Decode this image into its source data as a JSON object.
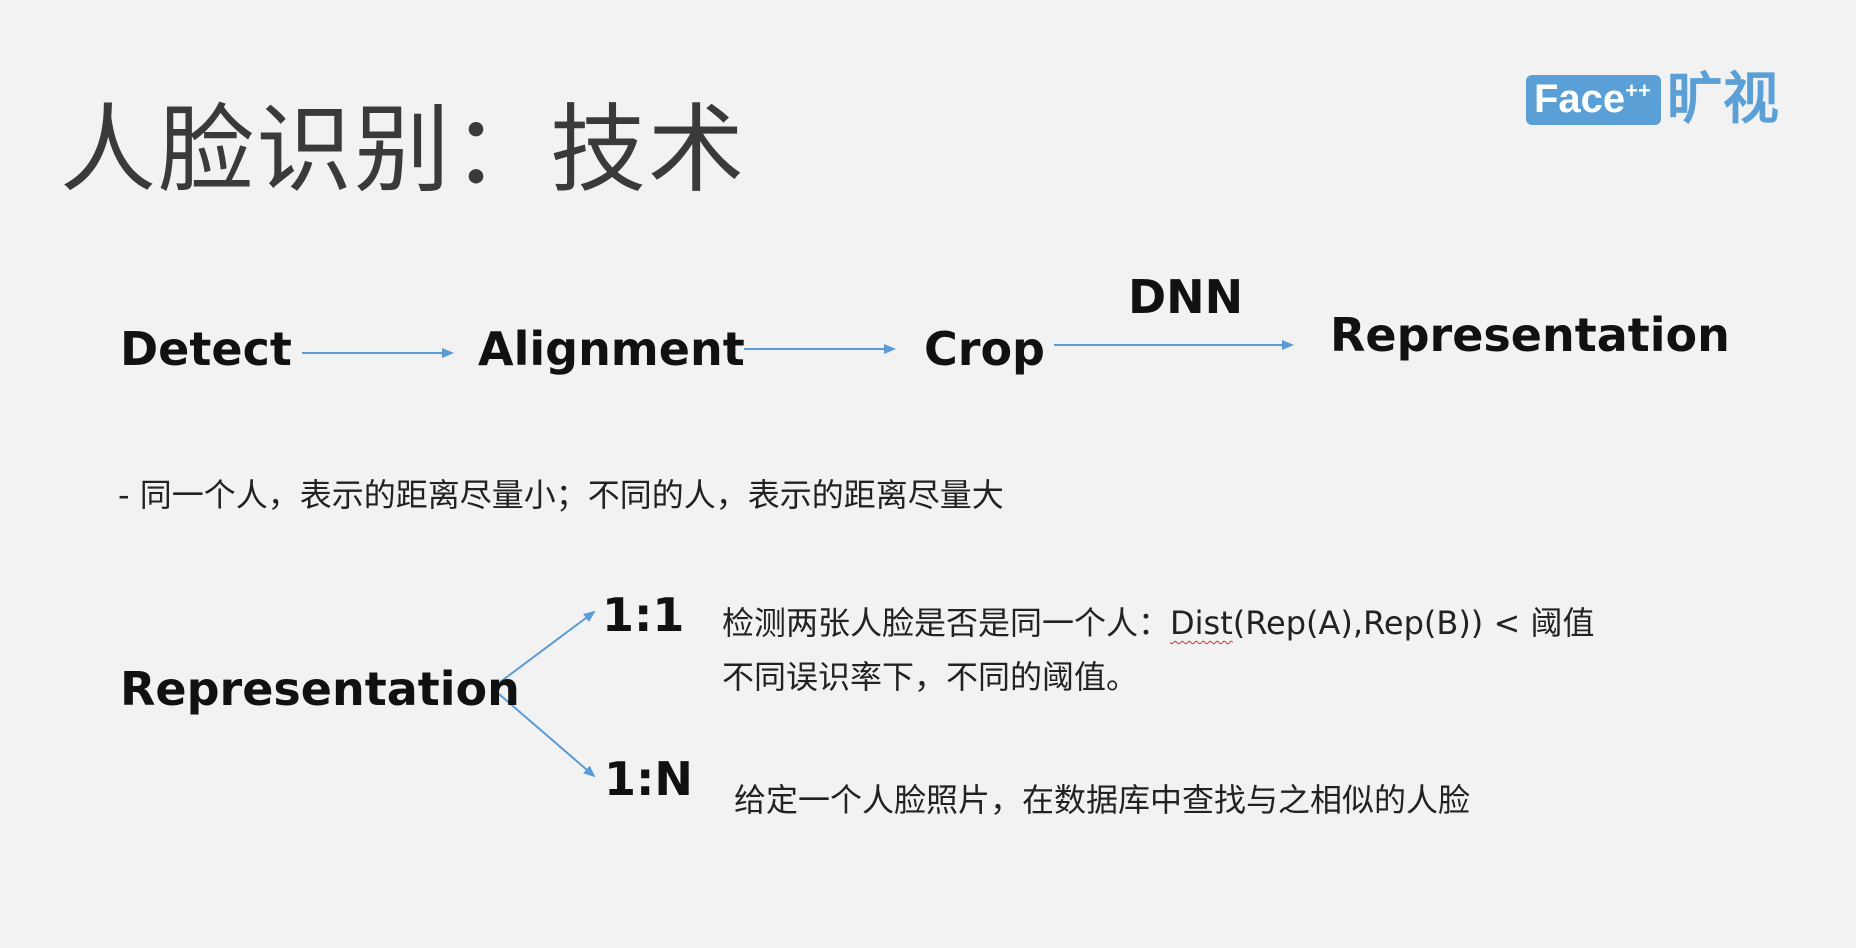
{
  "title": "人脸识别：技术",
  "logo": {
    "brand": "Face",
    "superscript": "++",
    "chinese": "旷视"
  },
  "flow": {
    "detect": "Detect",
    "alignment": "Alignment",
    "crop": "Crop",
    "dnn": "DNN",
    "representation": "Representation"
  },
  "note": "- 同一个人，表示的距离尽量小；不同的人，表示的距离尽量大",
  "branch": {
    "source": "Representation",
    "one_to_one": {
      "label": "1:1",
      "line1_prefix": "检测两张人脸是否是同一个人：",
      "line1_dist": "Dist",
      "line1_suffix": "(Rep(A),Rep(B)) < 阈值",
      "line2": "不同误识率下，不同的阈值。"
    },
    "one_to_n": {
      "label": "1:N",
      "desc": "给定一个人脸照片，在数据库中查找与之相似的人脸"
    }
  },
  "colors": {
    "arrow": "#5b9bd5",
    "logo": "#5aa0d6",
    "background": "#f2f2f2"
  }
}
